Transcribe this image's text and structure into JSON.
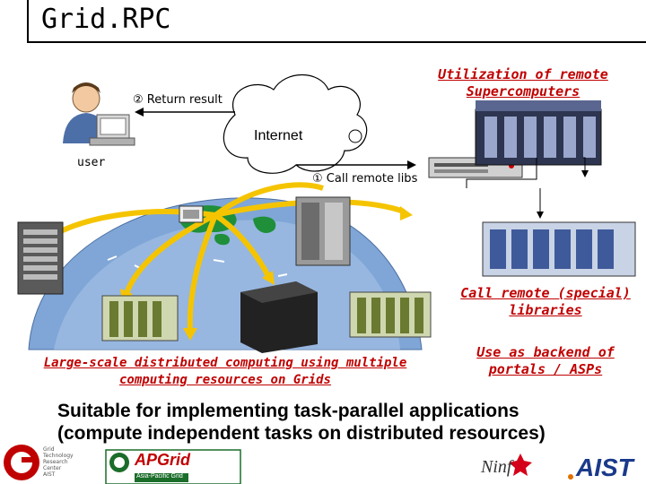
{
  "slide": {
    "title": "Grid.RPC"
  },
  "diagram": {
    "user_label": "user",
    "return_result": "② Return result",
    "internet_label": "Internet",
    "call_remote_libs": "① Call remote libs",
    "utilization_caption": "Utilization of remote Supercomputers",
    "call_special_caption": "Call remote (special) libraries",
    "backend_caption": "Use as backend of portals / ASPs",
    "large_scale_caption": "Large-scale distributed computing using multiple computing resources on Grids"
  },
  "footer": {
    "main_line1": "Suitable for implementing task-parallel applications",
    "main_line2": "(compute independent tasks on distributed resources)",
    "logo_gtrc_lines": [
      "Grid",
      "Technology",
      "Research",
      "Center",
      "AIST"
    ],
    "logo_apgrid": "APGrid",
    "logo_apgrid_sub": "Asia-Pacific Grid",
    "logo_ninf": "Ninf",
    "logo_aist": "AIST"
  },
  "colors": {
    "caption_red": "#c00000",
    "globe_blue": "#7fa6d6",
    "arrow_yellow": "#f5c400"
  }
}
